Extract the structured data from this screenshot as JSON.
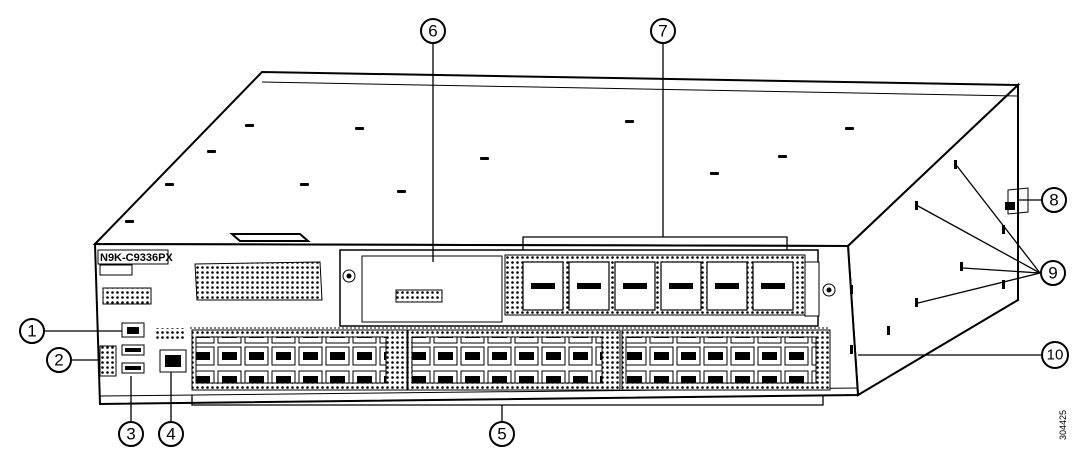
{
  "model_label": "N9K-C9336PX",
  "figure_id": "304425",
  "callouts": [
    {
      "n": "1"
    },
    {
      "n": "2"
    },
    {
      "n": "3"
    },
    {
      "n": "4"
    },
    {
      "n": "5"
    },
    {
      "n": "6"
    },
    {
      "n": "7"
    },
    {
      "n": "8"
    },
    {
      "n": "9"
    },
    {
      "n": "10"
    }
  ]
}
